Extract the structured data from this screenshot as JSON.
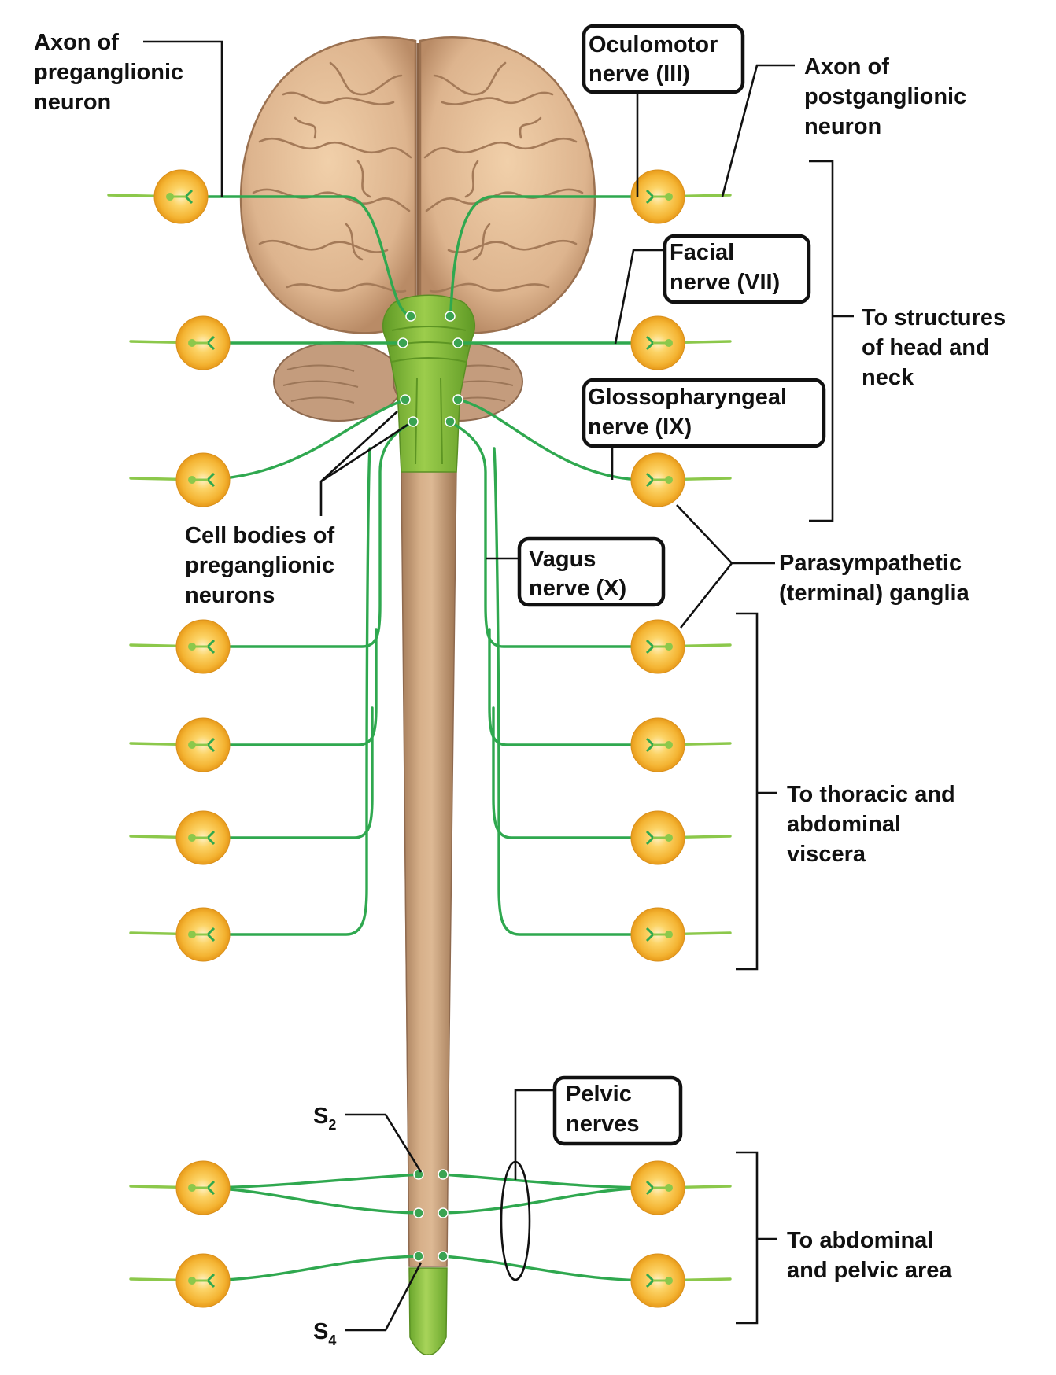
{
  "labels": {
    "axon_pre_1": "Axon of",
    "axon_pre_2": "preganglionic",
    "axon_pre_3": "neuron",
    "axon_post_1": "Axon of",
    "axon_post_2": "postganglionic",
    "axon_post_3": "neuron",
    "cell_bodies_1": "Cell bodies of",
    "cell_bodies_2": "preganglionic",
    "cell_bodies_3": "neurons",
    "ganglia_1": "Parasympathetic",
    "ganglia_2": "(terminal) ganglia",
    "s2": "S",
    "s2_sub": "2",
    "s4": "S",
    "s4_sub": "4"
  },
  "nerves": {
    "oculomotor_1": "Oculomotor",
    "oculomotor_2": "nerve (III)",
    "facial_1": "Facial",
    "facial_2": "nerve (VII)",
    "glosso_1": "Glossopharyngeal",
    "glosso_2": "nerve (IX)",
    "vagus_1": "Vagus",
    "vagus_2": "nerve (X)",
    "pelvic_1": "Pelvic",
    "pelvic_2": "nerves"
  },
  "targets": {
    "head_neck_1": "To structures",
    "head_neck_2": "of head and",
    "head_neck_3": "neck",
    "thoracic_1": "To thoracic and",
    "thoracic_2": "abdominal",
    "thoracic_3": "viscera",
    "pelvic_1": "To abdominal",
    "pelvic_2": "and pelvic area"
  },
  "colors": {
    "nerve_fiber": "#2fa84f",
    "postganglionic_stub": "#8cc84b",
    "ganglion": "#f4b433",
    "brainstem": "#86c13b",
    "spinal_cord": "#c8a07a",
    "brain": "#ddb48e",
    "cerebellum": "#c49c7d"
  }
}
